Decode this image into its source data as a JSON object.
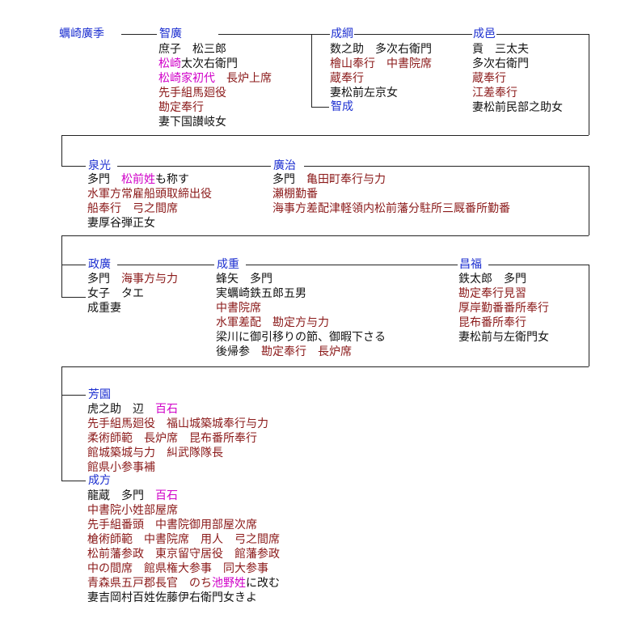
{
  "nodes": {
    "hirosue": {
      "name": "蠣崎廣季",
      "lines": []
    },
    "tomohiro": {
      "name": "智廣",
      "lines": [
        [
          {
            "t": "庶子　松三郎",
            "c": "k"
          }
        ],
        [
          {
            "t": "松崎",
            "c": "m"
          },
          {
            "t": "太次右衛門",
            "c": "k"
          }
        ],
        [
          {
            "t": "松崎家初代",
            "c": "m"
          },
          {
            "t": "　長炉上席",
            "c": "r"
          }
        ],
        [
          {
            "t": "先手組馬廻役",
            "c": "r"
          }
        ],
        [
          {
            "t": "勘定奉行",
            "c": "r"
          }
        ],
        [
          {
            "t": "妻下国讃岐女",
            "c": "k"
          }
        ]
      ]
    },
    "shigetsuna": {
      "name": "成綱",
      "lines": [
        [
          {
            "t": "数之助　多次右衛門",
            "c": "k"
          }
        ],
        [
          {
            "t": "檜山奉行　中書院席",
            "c": "r"
          }
        ],
        [
          {
            "t": "蔵奉行",
            "c": "r"
          }
        ],
        [
          {
            "t": "妻松前左京女",
            "c": "k"
          }
        ]
      ]
    },
    "tomoshige": {
      "name": "智成",
      "lines": []
    },
    "shigeyu": {
      "name": "成邑",
      "lines": [
        [
          {
            "t": "貢　三太夫",
            "c": "k"
          }
        ],
        [
          {
            "t": "多次右衛門",
            "c": "k"
          }
        ],
        [
          {
            "t": "蔵奉行",
            "c": "r"
          }
        ],
        [
          {
            "t": "江差奉行",
            "c": "r"
          }
        ],
        [
          {
            "t": "妻松前民部之助女",
            "c": "k"
          }
        ]
      ]
    },
    "izumimitsu": {
      "name": "泉光",
      "lines": [
        [
          {
            "t": "多門　",
            "c": "k"
          },
          {
            "t": "松前姓",
            "c": "m"
          },
          {
            "t": "も称す",
            "c": "k"
          }
        ],
        [
          {
            "t": "水軍方常雇船頭取締出役",
            "c": "r"
          }
        ],
        [
          {
            "t": "船奉行　弓之間席",
            "c": "r"
          }
        ],
        [
          {
            "t": "妻厚谷弾正女",
            "c": "k"
          }
        ]
      ]
    },
    "hiroji": {
      "name": "廣治",
      "lines": [
        [
          {
            "t": "多門　",
            "c": "k"
          },
          {
            "t": "亀田町奉行与力",
            "c": "r"
          }
        ],
        [
          {
            "t": "瀬棚勤番",
            "c": "r"
          }
        ],
        [
          {
            "t": "海事方差配津軽領内松前藩分駐所三厩番所勤番",
            "c": "r"
          }
        ]
      ]
    },
    "masahiro": {
      "name": "政廣",
      "lines": [
        [
          {
            "t": "多門　",
            "c": "k"
          },
          {
            "t": "海事方与力",
            "c": "r"
          }
        ],
        [
          {
            "t": "女子　タエ",
            "c": "k"
          }
        ],
        [
          {
            "t": "成重妻",
            "c": "k"
          }
        ]
      ]
    },
    "shigeshige": {
      "name": "成重",
      "lines": [
        [
          {
            "t": "蜂矢　多門",
            "c": "k"
          }
        ],
        [
          {
            "t": "実蠣崎鉄五郎五男",
            "c": "k"
          }
        ],
        [
          {
            "t": "中書院席",
            "c": "r"
          }
        ],
        [
          {
            "t": "水軍差配　勘定方与力",
            "c": "r"
          }
        ],
        [
          {
            "t": "梁川に御引移りの節、御暇下さる",
            "c": "k"
          }
        ],
        [
          {
            "t": "後帰参　",
            "c": "k"
          },
          {
            "t": "勘定奉行　長炉席",
            "c": "r"
          }
        ]
      ]
    },
    "masayoshi": {
      "name": "昌福",
      "lines": [
        [
          {
            "t": "鉄太郎　多門",
            "c": "k"
          }
        ],
        [
          {
            "t": "勘定奉行見習",
            "c": "r"
          }
        ],
        [
          {
            "t": "厚岸勤番番所奉行",
            "c": "r"
          }
        ],
        [
          {
            "t": "昆布番所奉行",
            "c": "r"
          }
        ],
        [
          {
            "t": "妻松前与左衛門女",
            "c": "k"
          }
        ]
      ]
    },
    "yoshisono": {
      "name": "芳園",
      "lines": [
        [
          {
            "t": "虎之助　辺　",
            "c": "k"
          },
          {
            "t": "百石",
            "c": "m"
          }
        ],
        [
          {
            "t": "先手組馬廻役　福山城築城奉行与力",
            "c": "r"
          }
        ],
        [
          {
            "t": "柔術師範　長炉席　昆布番所奉行",
            "c": "r"
          }
        ],
        [
          {
            "t": "館城築城与力　糾武隊隊長",
            "c": "r"
          }
        ],
        [
          {
            "t": "館県小参事補",
            "c": "r"
          }
        ]
      ]
    },
    "shigekata": {
      "name": "成方",
      "lines": [
        [
          {
            "t": "龍蔵　多門　",
            "c": "k"
          },
          {
            "t": "百石",
            "c": "m"
          }
        ],
        [
          {
            "t": "中書院小姓部屋席",
            "c": "r"
          }
        ],
        [
          {
            "t": "先手組番頭　中書院御用部屋次席",
            "c": "r"
          }
        ],
        [
          {
            "t": "槍術師範　中書院席　用人　弓之間席",
            "c": "r"
          }
        ],
        [
          {
            "t": "松前藩参政　東京留守居役　館藩参政",
            "c": "r"
          }
        ],
        [
          {
            "t": "中の間席　館県権大参事　同大参事",
            "c": "r"
          }
        ],
        [
          {
            "t": "青森県五戸郡長官　のち",
            "c": "r"
          },
          {
            "t": "池野姓",
            "c": "m"
          },
          {
            "t": "に改む",
            "c": "k"
          }
        ],
        [
          {
            "t": "妻吉岡村百姓佐藤伊右衛門女きよ",
            "c": "k"
          }
        ]
      ]
    }
  }
}
